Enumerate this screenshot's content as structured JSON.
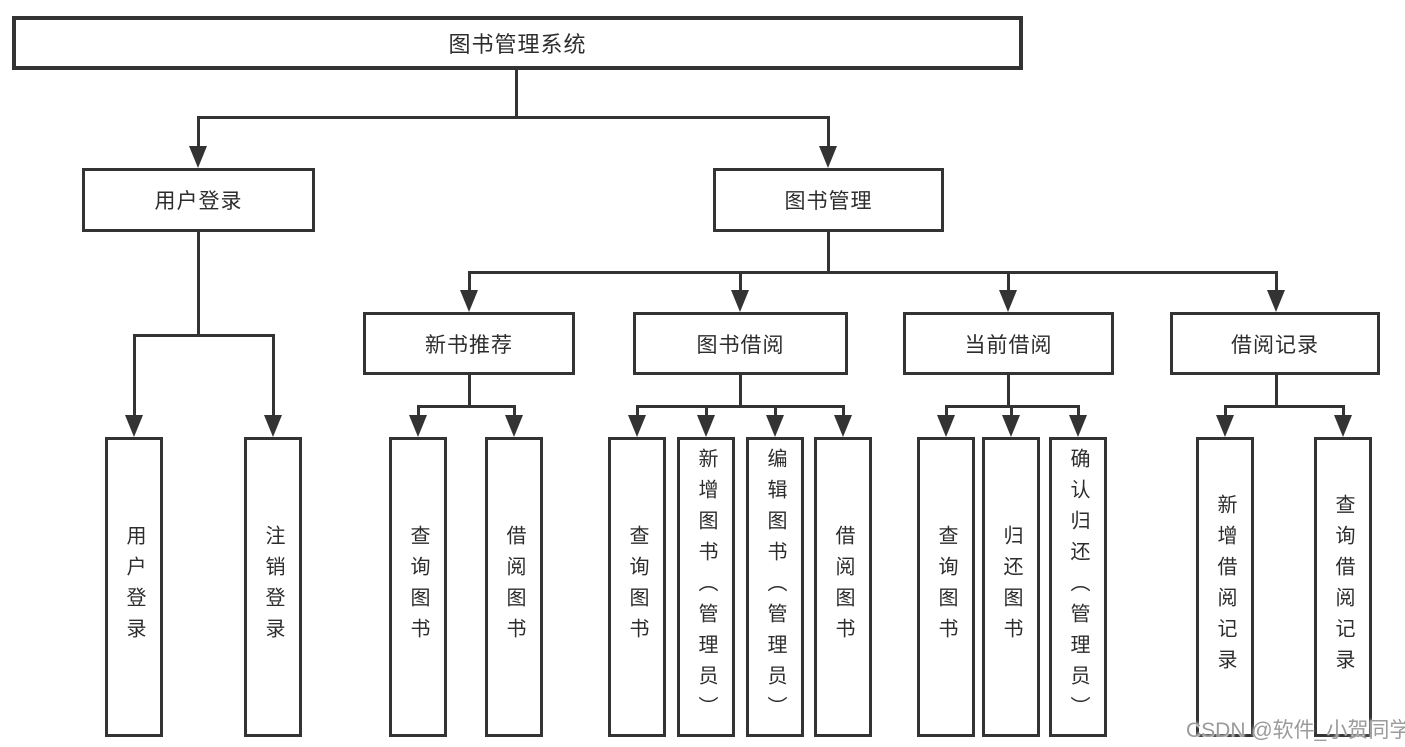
{
  "diagram": {
    "title": "图书管理系统",
    "branches": [
      {
        "label": "用户登录",
        "children": [
          "用户登录",
          "注销登录"
        ]
      },
      {
        "label": "图书管理",
        "modules": [
          {
            "label": "新书推荐",
            "children": [
              "查询图书",
              "借阅图书"
            ]
          },
          {
            "label": "图书借阅",
            "children": [
              "查询图书",
              "新增图书（管理员）",
              "编辑图书（管理员）",
              "借阅图书"
            ]
          },
          {
            "label": "当前借阅",
            "children": [
              "查询图书",
              "归还图书",
              "确认归还（管理员）"
            ]
          },
          {
            "label": "借阅记录",
            "children": [
              "新增借阅记录",
              "查询借阅记录"
            ]
          }
        ]
      }
    ]
  },
  "watermark": {
    "text": "CSDN @软件_小贺同学",
    "color": "#9b9b9b"
  },
  "colors": {
    "line": "#333333",
    "text": "#2d2d2d",
    "background": "#ffffff"
  }
}
